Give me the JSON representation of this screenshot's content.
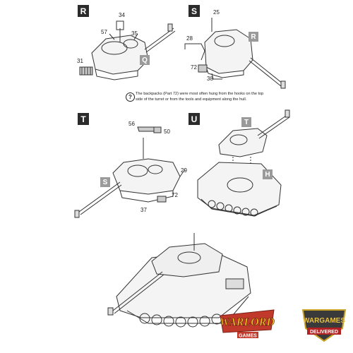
{
  "steps": {
    "R": "R",
    "S": "S",
    "T": "T",
    "U": "U"
  },
  "sub_assemblies": {
    "Q": "Q",
    "R_ref": "R",
    "S_ref": "S",
    "T_ref": "T",
    "H": "H"
  },
  "parts": {
    "p34": "34",
    "p57": "57",
    "p35": "35",
    "p31": "31",
    "p25": "25",
    "p28": "28",
    "p72a": "72",
    "p38": "38",
    "p56": "56",
    "p50": "50",
    "p29": "29",
    "p72b": "72",
    "p37": "37"
  },
  "note": {
    "icon": "?",
    "text": "The backpacks (Part 72) were most often hung from the hooks on the top side of the turret or from the tools and equipment along the hull."
  },
  "logos": {
    "warlord_main": "WARLORD",
    "warlord_sub": "GAMES",
    "wargames_main": "WARGAMES",
    "wargames_sub": "DELIVERED"
  }
}
